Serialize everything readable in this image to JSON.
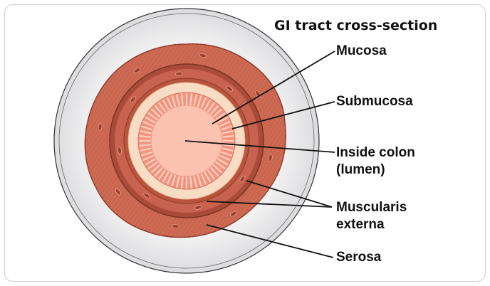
{
  "title": "GI tract cross-section",
  "labels": {
    "mucosa": "Mucosa",
    "submucosa": "Submucosa",
    "lumen": {
      "line1": "Inside colon",
      "line2": "(lumen)"
    },
    "muscularis": {
      "line1": "Muscularis",
      "line2": "externa"
    },
    "serosa": "Serosa"
  },
  "colors": {
    "serosa_fill": "#e9e9ea",
    "outer_muscle": "#c9664f",
    "inner_muscle": "#a94b38",
    "submucosa": "#f9dcc4",
    "mucosa": "#f2957f",
    "lumen": "#fbc2b0",
    "leader_lines": "#111111"
  }
}
